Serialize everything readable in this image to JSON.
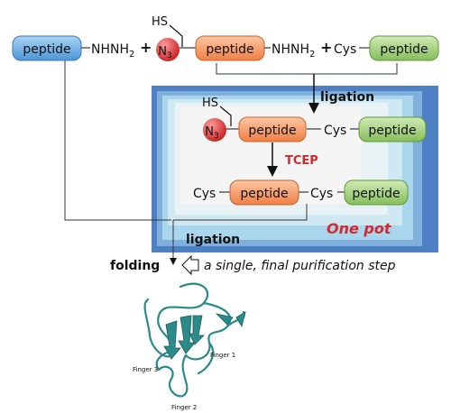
{
  "pills": {
    "peptide": "peptide"
  },
  "reagents": {
    "hydrazide": "NHNH",
    "sub2": "2",
    "plus": "+",
    "cys": "Cys",
    "hs": "HS",
    "azide_n": "N",
    "azide_sub": "3",
    "dash": "—"
  },
  "steps": {
    "ligation_top": "ligation",
    "tcep": "TCEP",
    "ligation_bottom": "ligation",
    "one_pot": "One pot",
    "folding": "folding",
    "purification": "a single, final purification step"
  },
  "fingers": {
    "f1": "Finger 1",
    "f2": "Finger 2",
    "f3": "Finger 3"
  },
  "colors": {
    "blue_pill": "#6aaee6",
    "orange_pill": "#f59a66",
    "green_pill": "#9fcf78",
    "azide": "#e03a3a",
    "one_pot_frame": "#4f7fc4",
    "tcep_red": "#d4282c",
    "one_pot_red": "#d4282c",
    "ribbon": "#2b8a8a"
  }
}
